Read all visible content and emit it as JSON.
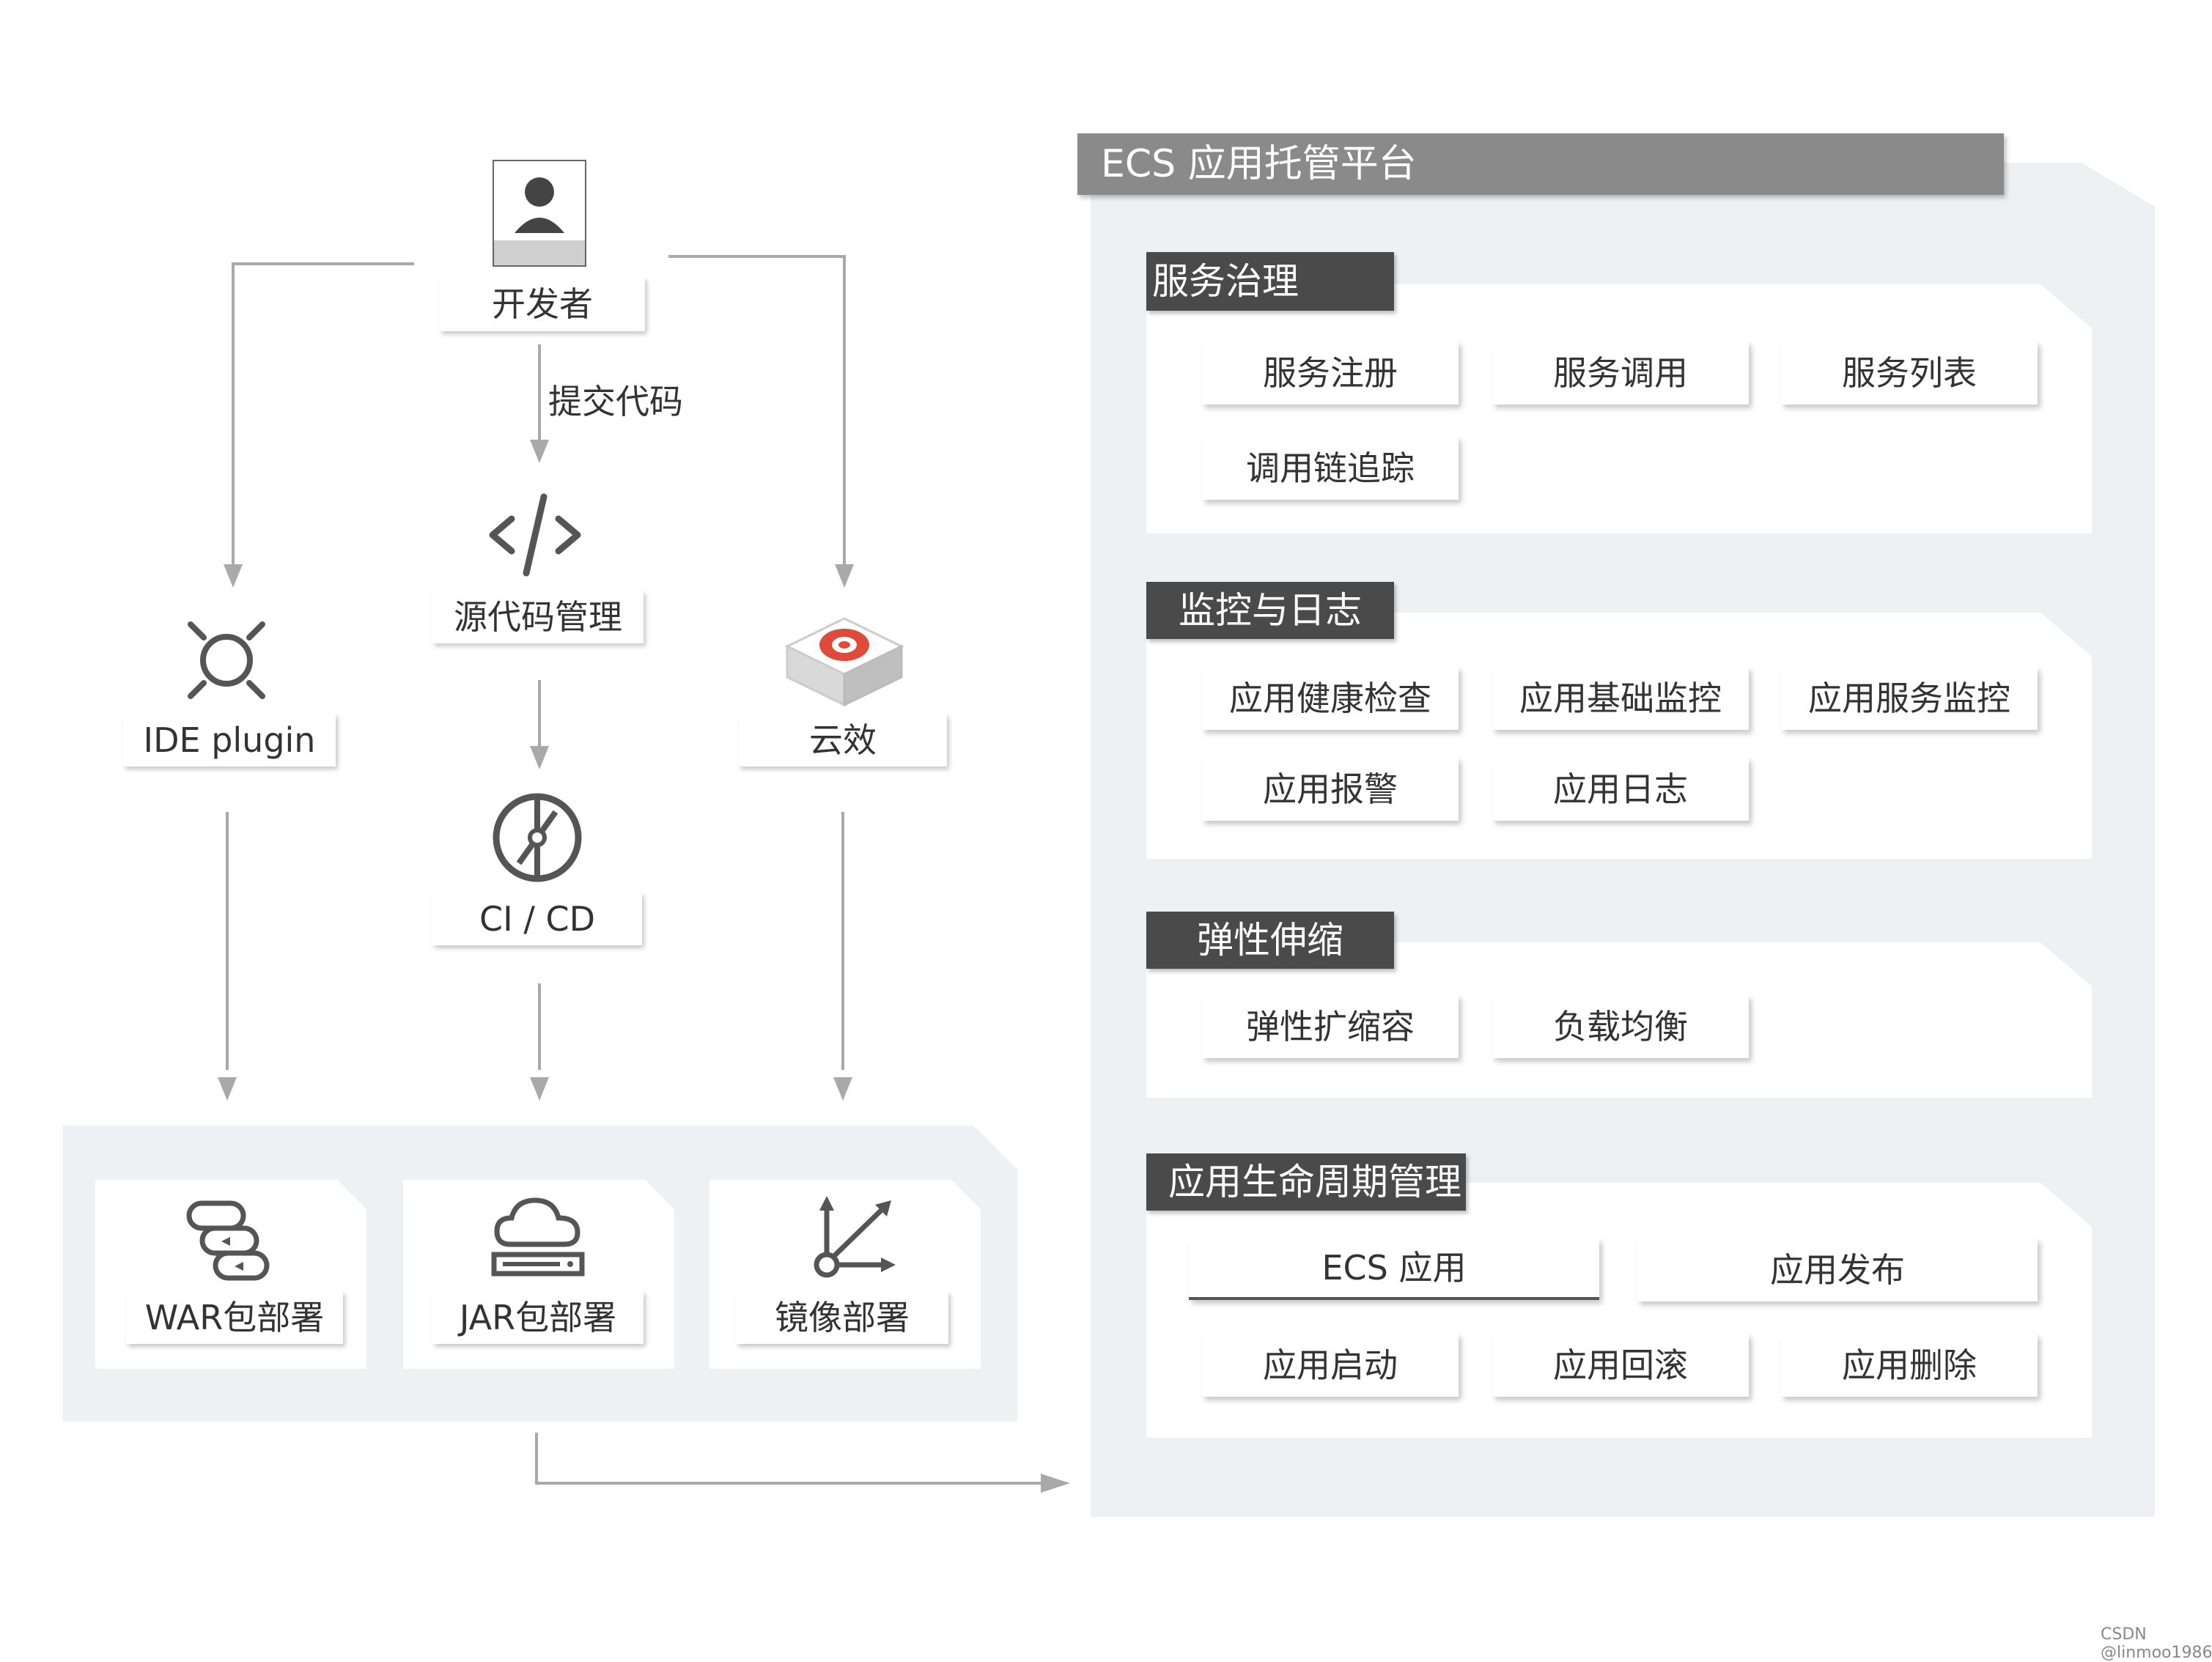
{
  "developer": {
    "label": "开发者"
  },
  "submit_label": "提交代码",
  "tools": {
    "source": "源代码管理",
    "ide": "IDE plugin",
    "cloud": "云效",
    "cicd": "CI / CD"
  },
  "deploy": {
    "war": "WAR包部署",
    "jar": "JAR包部署",
    "image": "镜像部署"
  },
  "platform": {
    "title": "ECS 应用托管平台",
    "sections": [
      {
        "title": "服务治理",
        "items": [
          "服务注册",
          "服务调用",
          "服务列表",
          "调用链追踪"
        ]
      },
      {
        "title": "监控与日志",
        "items": [
          "应用健康检查",
          "应用基础监控",
          "应用服务监控",
          "应用报警",
          "应用日志"
        ]
      },
      {
        "title": "弹性伸缩",
        "items": [
          "弹性扩缩容",
          "负载均衡"
        ]
      },
      {
        "title": "应用生命周期管理",
        "items": [
          "ECS 应用",
          "应用发布",
          "应用启动",
          "应用回滚",
          "应用删除"
        ]
      }
    ]
  },
  "watermark": "CSDN @linmoo1986",
  "colors": {
    "accent_red": "#e04a3a",
    "dark_gray": "#4a4a4a",
    "panel_bg": "#eef1f4",
    "arrow": "#a9a9a9"
  }
}
